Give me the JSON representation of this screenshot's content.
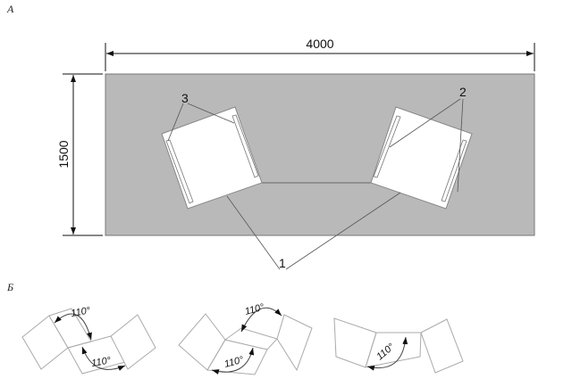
{
  "panel_a_label": "А",
  "panel_b_label": "Б",
  "dimensions": {
    "width": "4000",
    "height": "1500"
  },
  "callouts": {
    "one": "1",
    "two": "2",
    "three": "3"
  },
  "angles": [
    "110°",
    "110°",
    "110°",
    "110°",
    "110°"
  ],
  "colors": {
    "floor": "#b9b9b9",
    "line": "#555555"
  }
}
